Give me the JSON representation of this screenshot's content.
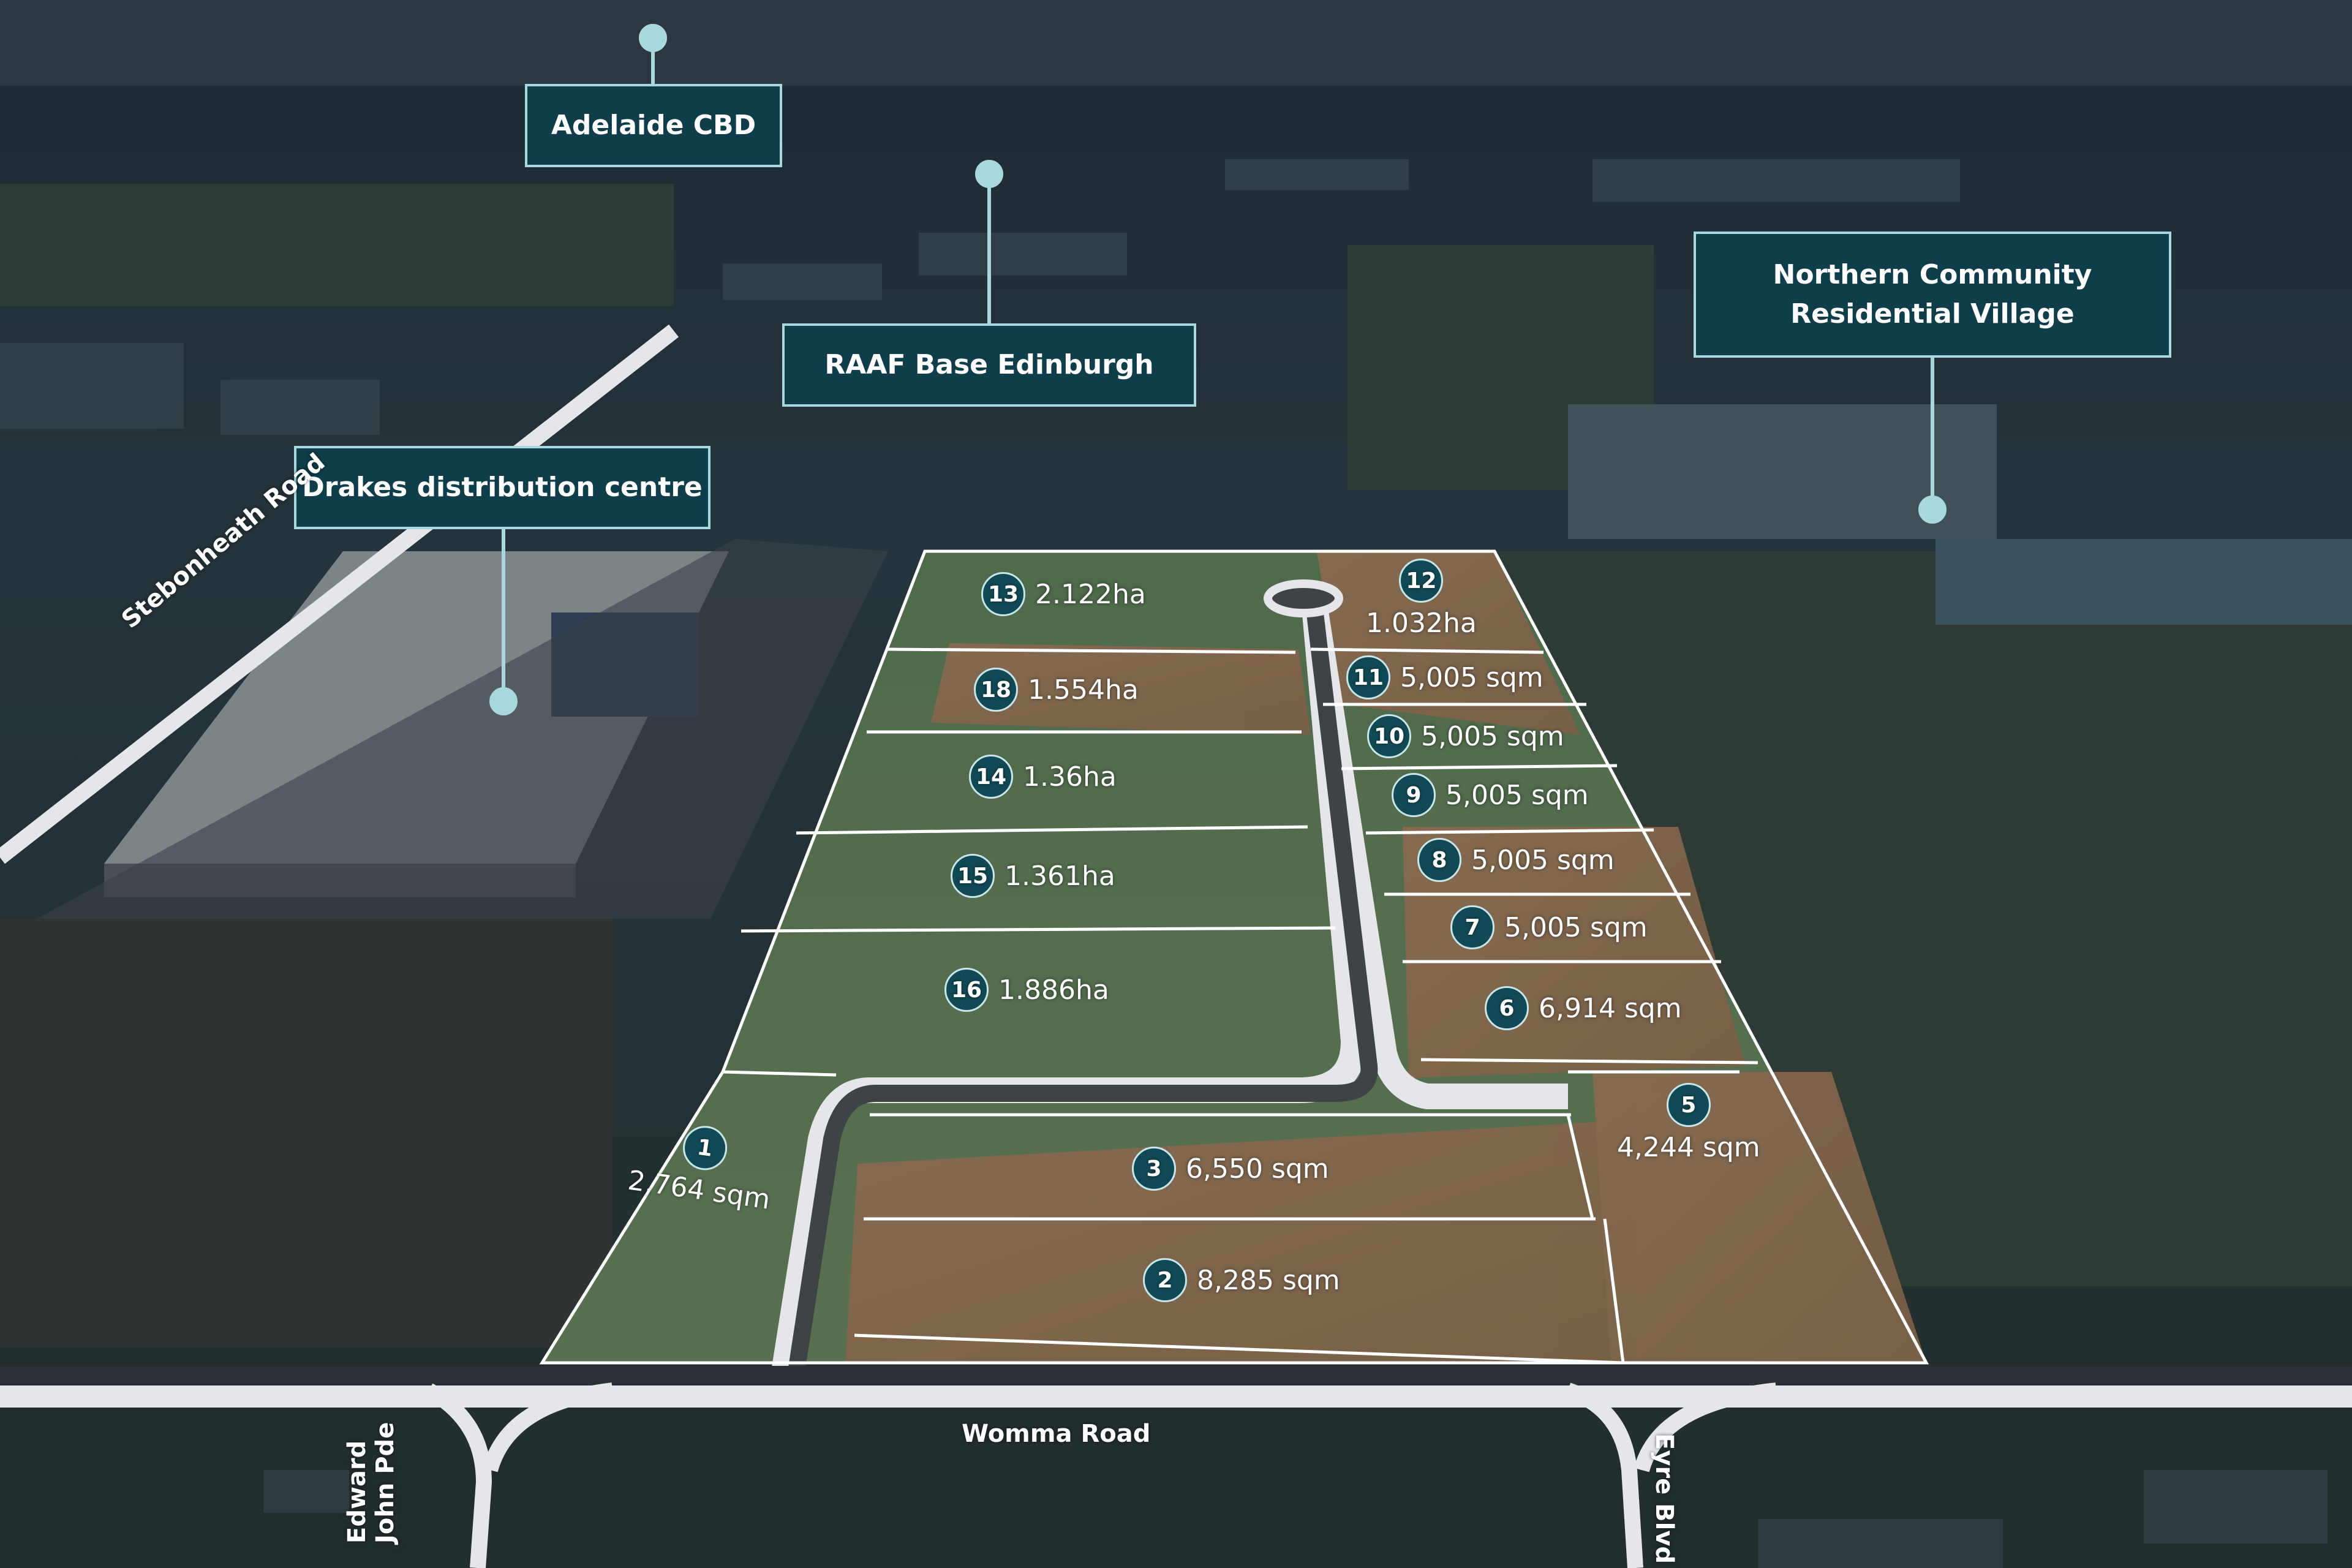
{
  "callouts": {
    "adelaide": "Adelaide CBD",
    "raaf": "RAAF Base Edinburgh",
    "drakes": "Drakes distribution centre",
    "northern_line1": "Northern Community",
    "northern_line2": "Residential Village"
  },
  "roads": {
    "stebonheath": "Stebonheath Road",
    "womma": "Womma Road",
    "edward_line1": "Edward",
    "edward_line2": "John Pde",
    "eyre": "Eyre Blvd"
  },
  "lots": [
    {
      "number": "13",
      "area": "2.122ha"
    },
    {
      "number": "12",
      "area": "1.032ha"
    },
    {
      "number": "18",
      "area": "1.554ha"
    },
    {
      "number": "11",
      "area": "5,005 sqm"
    },
    {
      "number": "10",
      "area": "5,005 sqm"
    },
    {
      "number": "14",
      "area": "1.36ha"
    },
    {
      "number": "9",
      "area": "5,005 sqm"
    },
    {
      "number": "8",
      "area": "5,005 sqm"
    },
    {
      "number": "15",
      "area": "1.361ha"
    },
    {
      "number": "7",
      "area": "5,005 sqm"
    },
    {
      "number": "16",
      "area": "1.886ha"
    },
    {
      "number": "6",
      "area": "6,914 sqm"
    },
    {
      "number": "5",
      "area": "4,244 sqm"
    },
    {
      "number": "1",
      "area": "2,764 sqm"
    },
    {
      "number": "3",
      "area": "6,550 sqm"
    },
    {
      "number": "2",
      "area": "8,285 sqm"
    }
  ],
  "colors": {
    "callout_fill": "#0f3d4a",
    "callout_border": "#a9d7de",
    "badge_fill": "#114a55",
    "boundary": "#ffffff",
    "road": "#e6e6ea"
  }
}
